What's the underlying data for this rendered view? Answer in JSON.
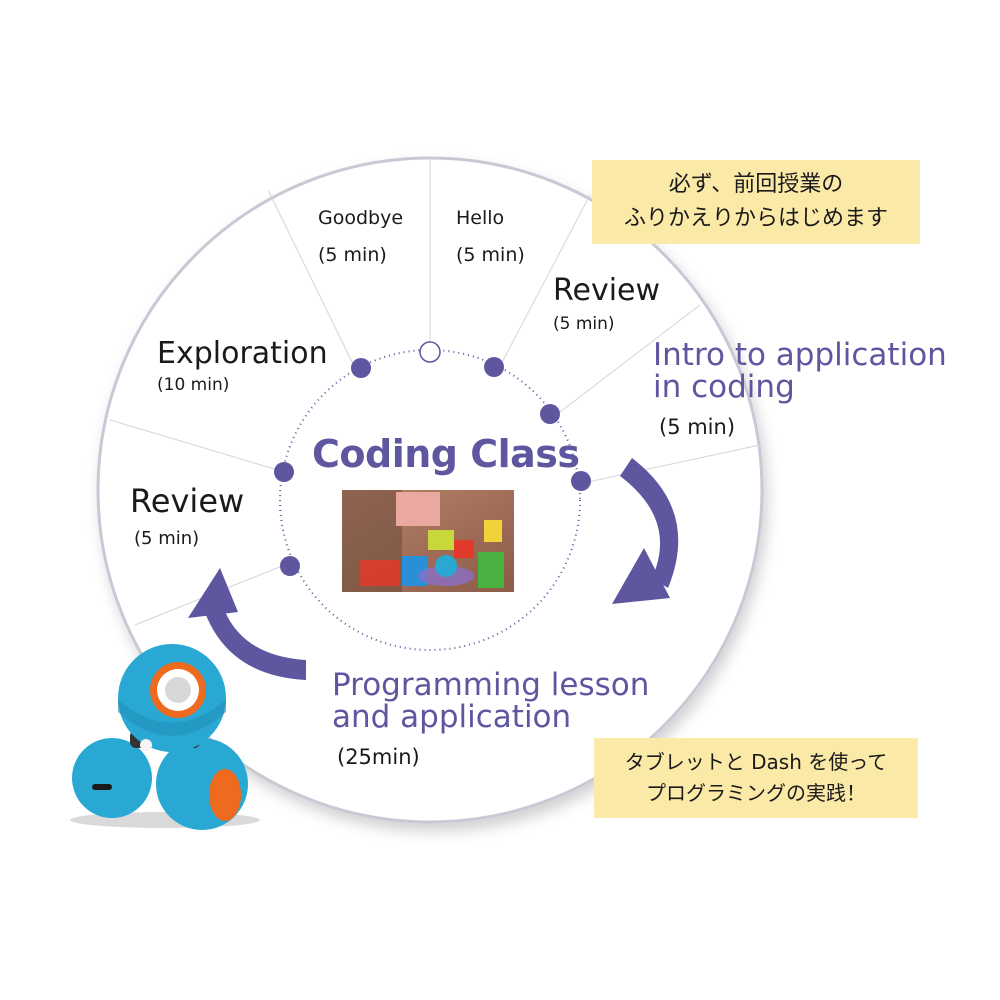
{
  "center": {
    "title": "Coding Class",
    "photo_alt": "children-playing-with-robot-photo"
  },
  "segments": [
    {
      "id": "goodbye",
      "name": "Goodbye",
      "duration": "(5 min)"
    },
    {
      "id": "hello",
      "name": "Hello",
      "duration": "(5 min)"
    },
    {
      "id": "review1",
      "name": "Review",
      "duration": "(5 min)"
    },
    {
      "id": "intro",
      "name_lines": [
        "Intro to application",
        "in coding"
      ],
      "duration": "(5 min)"
    },
    {
      "id": "programming",
      "name_lines": [
        "Programming lesson",
        "and application"
      ],
      "duration": "(25min)"
    },
    {
      "id": "review2",
      "name": "Review",
      "duration": "(5 min)"
    },
    {
      "id": "exploration",
      "name": "Exploration",
      "duration": "(10 min)"
    }
  ],
  "notes": {
    "top": [
      "必ず、前回授業の",
      "ふりかえりからはじめます"
    ],
    "bottom": [
      "タブレットと Dash を使って",
      "プログラミングの実践！"
    ]
  },
  "colors": {
    "accent": "#5e57a0",
    "note_bg": "#fbe9a7",
    "ring": "#c9c9d6",
    "robot": "#29a8d4",
    "robot_accent": "#ee6a1f"
  },
  "icons": [
    "robot-icon",
    "cycle-arrow-icon"
  ]
}
